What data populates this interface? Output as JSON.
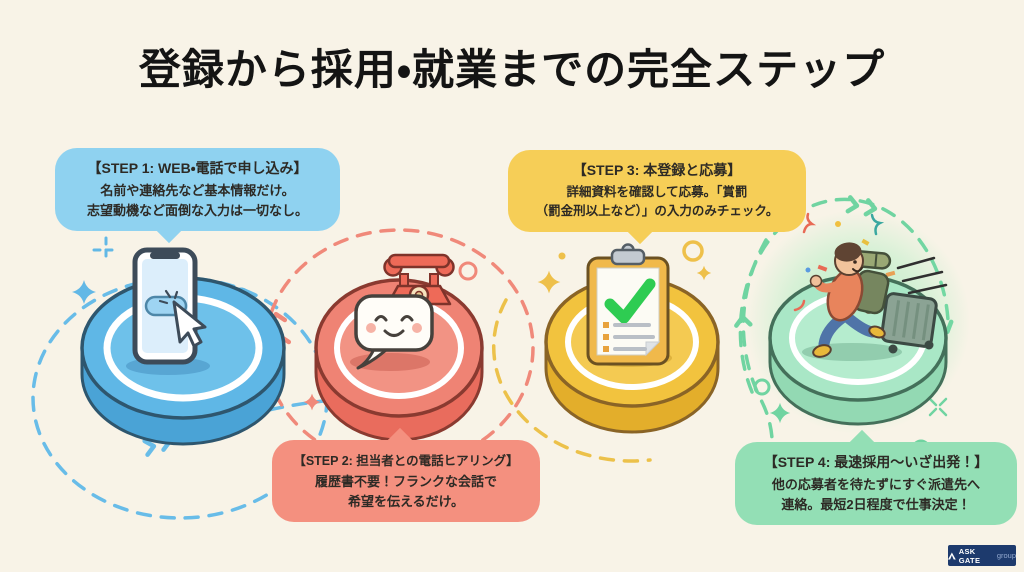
{
  "page": {
    "title": "登録から採用・就業までの完全ステップ",
    "background_color": "#f8f3e7",
    "title_color": "#141414"
  },
  "steps": [
    {
      "step": "STEP 1",
      "title": "【STEP 1: WEB・電話で申し込み】",
      "lines": [
        "名前や連絡先など基本情報だけ。",
        "志望動機など面倒な入力は一切なし。"
      ],
      "bubble_color": "#8fd2f0",
      "platform_color": "#5fb7e6",
      "icon": "smartphone-tap-icon"
    },
    {
      "step": "STEP 2",
      "title": "【STEP 2: 担当者との電話ヒアリング】",
      "lines": [
        "履歴書不要！フランクな会話で",
        "希望を伝えるだけ。"
      ],
      "bubble_color": "#f4907f",
      "platform_color": "#ef8374",
      "icon": "telephone-chat-icon"
    },
    {
      "step": "STEP 3",
      "title": "【STEP 3: 本登録と応募】",
      "lines": [
        "詳細資料を確認して応募。「賞罰",
        "（罰金刑以上など）」の入力のみチェック。"
      ],
      "bubble_color": "#f6ce57",
      "platform_color": "#f2c33e",
      "icon": "clipboard-check-icon"
    },
    {
      "step": "STEP 4",
      "title": "【STEP 4: 最速採用〜いざ出発！】",
      "lines": [
        "他の応募者を待たずにすぐ派遣先へ",
        "連絡。最短2日程度で仕事決定！"
      ],
      "bubble_color": "#93dfb5",
      "platform_color": "#a9e7c6",
      "icon": "departing-worker-icon"
    }
  ],
  "footer": {
    "logo_text": "ASK GATE",
    "logo_suffix": "group",
    "logo_bg": "#1d3a6d"
  }
}
